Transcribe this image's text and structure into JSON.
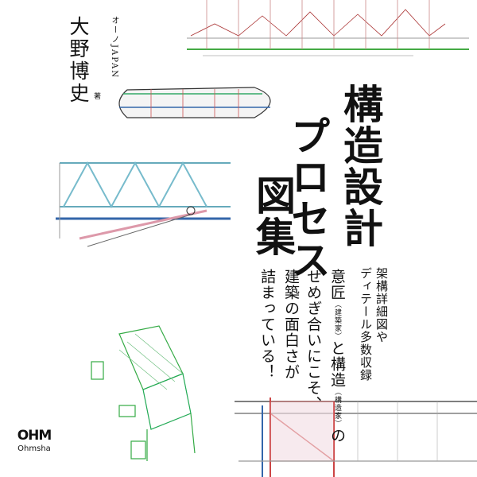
{
  "cover": {
    "title": {
      "line1": "構造設計",
      "line2": "プロセス",
      "line3": "図集"
    },
    "author": {
      "name": "大野博史",
      "affiliation": "オーノJAPAN",
      "role": "著"
    },
    "tagline": {
      "line1": "架構詳細図や",
      "line2": "ディテール多数収録",
      "line3a": "意匠",
      "line3b": "（建築家）",
      "line3c": "と構造",
      "line3d": "（構造家）",
      "line3e": "の",
      "line4": "せめぎ合いにこそ、",
      "line5": "建築の面白さが",
      "line6": "詰まっている！"
    },
    "publisher": {
      "name": "Ohmsha",
      "logo_mark": "OHM"
    }
  }
}
